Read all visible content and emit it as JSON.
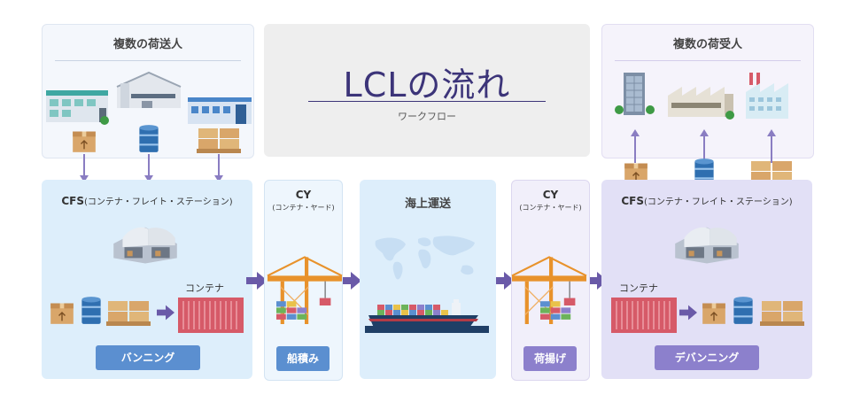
{
  "shippers": {
    "title": "複数の荷送人"
  },
  "receivers": {
    "title": "複数の荷受人"
  },
  "header": {
    "title": "LCLの流れ",
    "subtitle": "ワークフロー"
  },
  "cfs_left": {
    "title": "CFS",
    "title_note": "(コンテナ・フレイト・ステーション)",
    "container_label": "コンテナ",
    "action": "バンニング"
  },
  "cy_left": {
    "title": "CY",
    "title_note": "(コンテナ・ヤード)",
    "action": "船積み"
  },
  "sea": {
    "title": "海上運送"
  },
  "cy_right": {
    "title": "CY",
    "title_note": "(コンテナ・ヤード)",
    "action": "荷揚げ"
  },
  "cfs_right": {
    "title": "CFS",
    "title_note": "(コンテナ・フレイト・ステーション)",
    "container_label": "コンテナ",
    "action": "デバンニング"
  },
  "colors": {
    "accent": "#3c3479",
    "arrow": "#6a5aa8",
    "connector": "#8a7dc2",
    "blue_button": "#5b8fd0",
    "purple_button": "#8c80cc",
    "container": "#d65a68",
    "box": "#d9a66a",
    "drum": "#2f6fb0",
    "crane": "#e8922b"
  }
}
